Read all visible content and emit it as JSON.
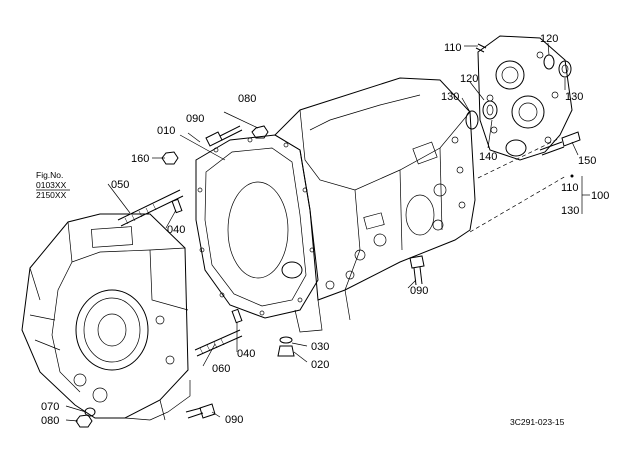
{
  "figure": {
    "fig_label": "Fig.No.",
    "fig_refs": [
      "0103XX",
      "2150XX"
    ],
    "drawing_code": "3C291-023-15"
  },
  "callouts": {
    "c010": "010",
    "c020": "020",
    "c030": "030",
    "c040a": "040",
    "c040b": "040",
    "c050": "050",
    "c060": "060",
    "c070": "070",
    "c080a": "080",
    "c080b": "080",
    "c090a": "090",
    "c090b": "090",
    "c090c": "090",
    "c100": "100",
    "c110a": "110",
    "c110b": "110",
    "c120a": "120",
    "c120b": "120",
    "c130a": "130",
    "c130b": "130",
    "c130c": "130",
    "c140": "140",
    "c150": "150",
    "c160": "160"
  }
}
